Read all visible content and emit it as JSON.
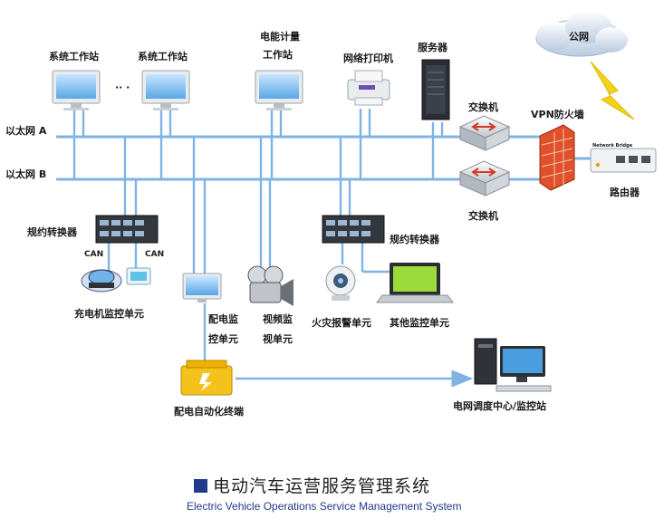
{
  "labels": {
    "ws1": "系统工作站",
    "ws2": "系统工作站",
    "ws_dots": "·· ·",
    "meter_ws_l1": "电能计量",
    "meter_ws_l2": "工作站",
    "printer": "网络打印机",
    "server": "服务器",
    "cloud": "公网",
    "eth_a": "以太网 A",
    "eth_b": "以太网 B",
    "switch_top": "交换机",
    "switch_bottom": "交换机",
    "vpn": "VPN防火墙",
    "router": "路由器",
    "conv_left": "规约转换器",
    "conv_right": "规约转换器",
    "can1": "CAN",
    "can2": "CAN",
    "charger_unit": "充电机监控单元",
    "dist_unit_l1": "配电监",
    "dist_unit_l2": "控单元",
    "video_unit_l1": "视频监",
    "video_unit_l2": "视单元",
    "fire_unit": "火灾报警单元",
    "other_unit": "其他监控单元",
    "dist_terminal": "配电自动化终端",
    "dispatch": "电网调度中心/监控站",
    "router_tag": "Network Bridge"
  },
  "footer": {
    "title": "电动汽车运营服务管理系统",
    "subtitle": "Electric Vehicle Operations Service Management System"
  },
  "colors": {
    "network_line": "#7fb3e6",
    "accent_blue": "#203a8c",
    "firewall": "#e0502a",
    "lightning": "#f2d21c"
  }
}
